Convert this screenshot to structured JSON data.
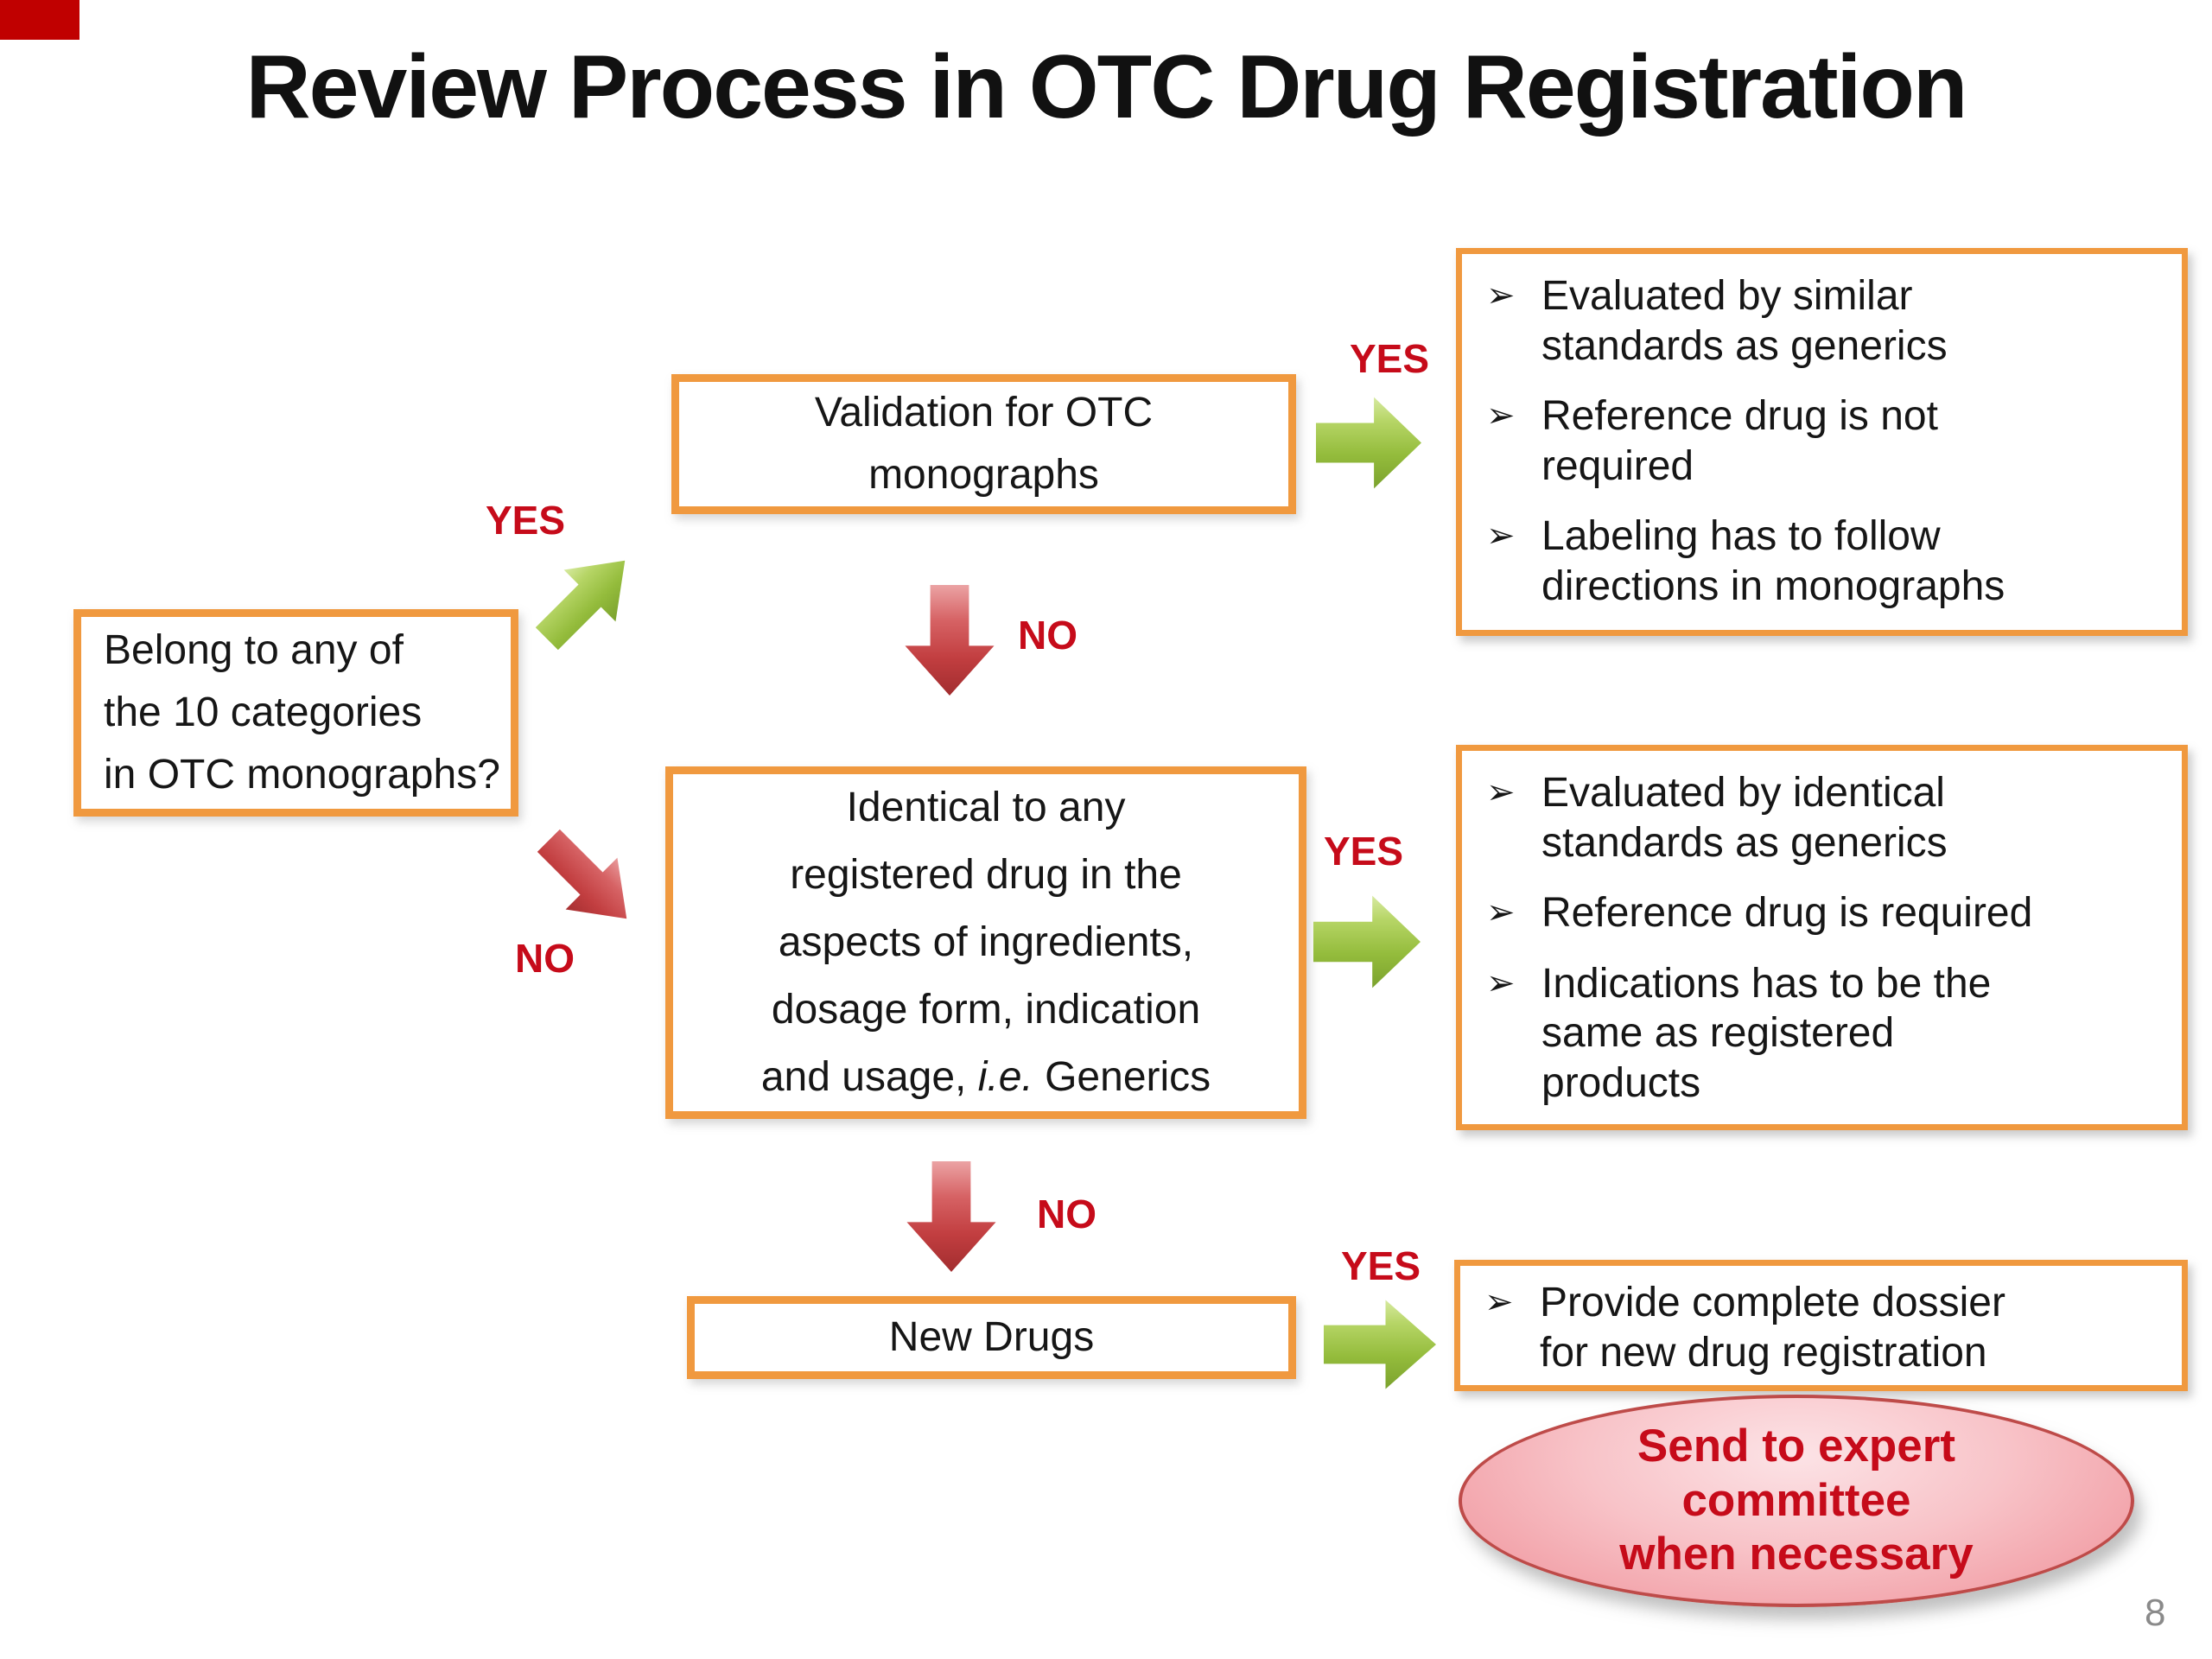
{
  "slide": {
    "title": "Review Process in OTC Drug Registration",
    "page_number": "8"
  },
  "bullet_glyph": "➢",
  "labels": {
    "yes": "YES",
    "no": "NO"
  },
  "nodes": {
    "question": "Belong to any of\nthe 10 categories\nin OTC monographs?",
    "validation": "Validation for OTC\nmonographs",
    "generic_lines": [
      "Identical to any",
      "registered drug in the",
      "aspects of ingredients,",
      "dosage form, indication"
    ],
    "generic_last_pre": "and usage, ",
    "generic_last_italic": "i.e.",
    "generic_last_post": " Generics",
    "new_drugs": "New Drugs"
  },
  "outcomes": {
    "monograph_items": [
      "Evaluated by similar\nstandards  as generics",
      "Reference drug is not\nrequired",
      "Labeling has to follow\ndirections in monographs"
    ],
    "generic_items": [
      "Evaluated by identical\nstandards as generics",
      "Reference drug is required",
      "Indications has to be the\nsame as registered\nproducts"
    ],
    "new_drug_items": [
      "Provide complete dossier\nfor new drug registration"
    ]
  },
  "ellipse_note": "Send to expert\ncommittee\nwhen necessary",
  "colors": {
    "box_border_orange": "#F0993F",
    "arrow_green": "#94BC3C",
    "arrow_red": "#C23E40",
    "label_red": "#C60B1A",
    "ellipse_fill": "#F2A2A9",
    "ellipse_border": "#BE4B49",
    "title_black": "#111111",
    "page_gray": "#8A8A8A",
    "corner_red": "#C00000"
  }
}
